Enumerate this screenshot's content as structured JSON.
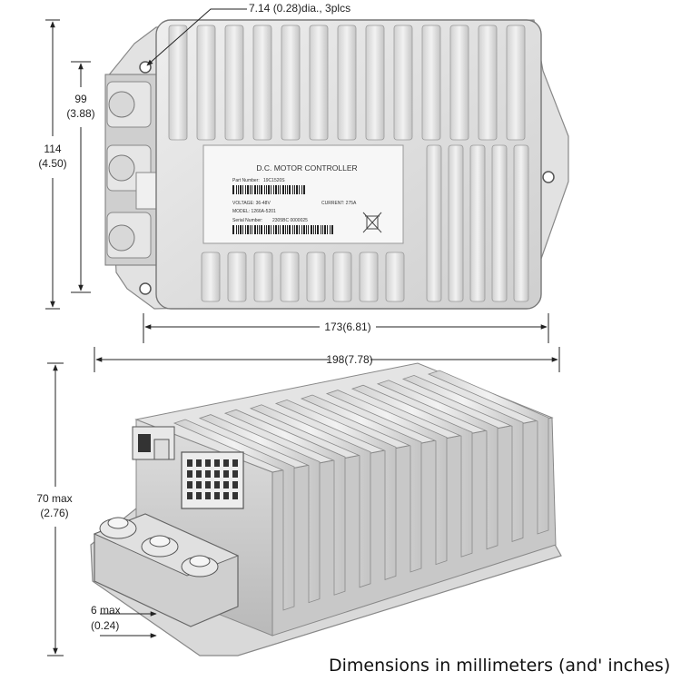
{
  "dimensions": {
    "hole_callout": "7.14 (0.28)dia., 3plcs",
    "height_outer_mm": "114",
    "height_outer_in": "(4.50)",
    "height_inner_mm": "99",
    "height_inner_in": "(3.88)",
    "width_inner": "173(6.81)",
    "width_outer": "198(7.78)",
    "depth_mm": "70 max",
    "depth_in": "(2.76)",
    "flange_mm": "6 max",
    "flange_in": "(0.24)"
  },
  "label": {
    "title": "D.C. MOTOR CONTROLLER",
    "part_number_key": "Part Number:",
    "part_number_value": "19C1520S",
    "voltage": "VOLTAGE: 36-48V",
    "current": "CURRENT: 275A",
    "model": "MODEL: 1266A-5201",
    "serial_key": "Serial Number:",
    "serial_value": "2305BC 0000025"
  },
  "caption": "Dimensions in millimeters (and' inches)"
}
